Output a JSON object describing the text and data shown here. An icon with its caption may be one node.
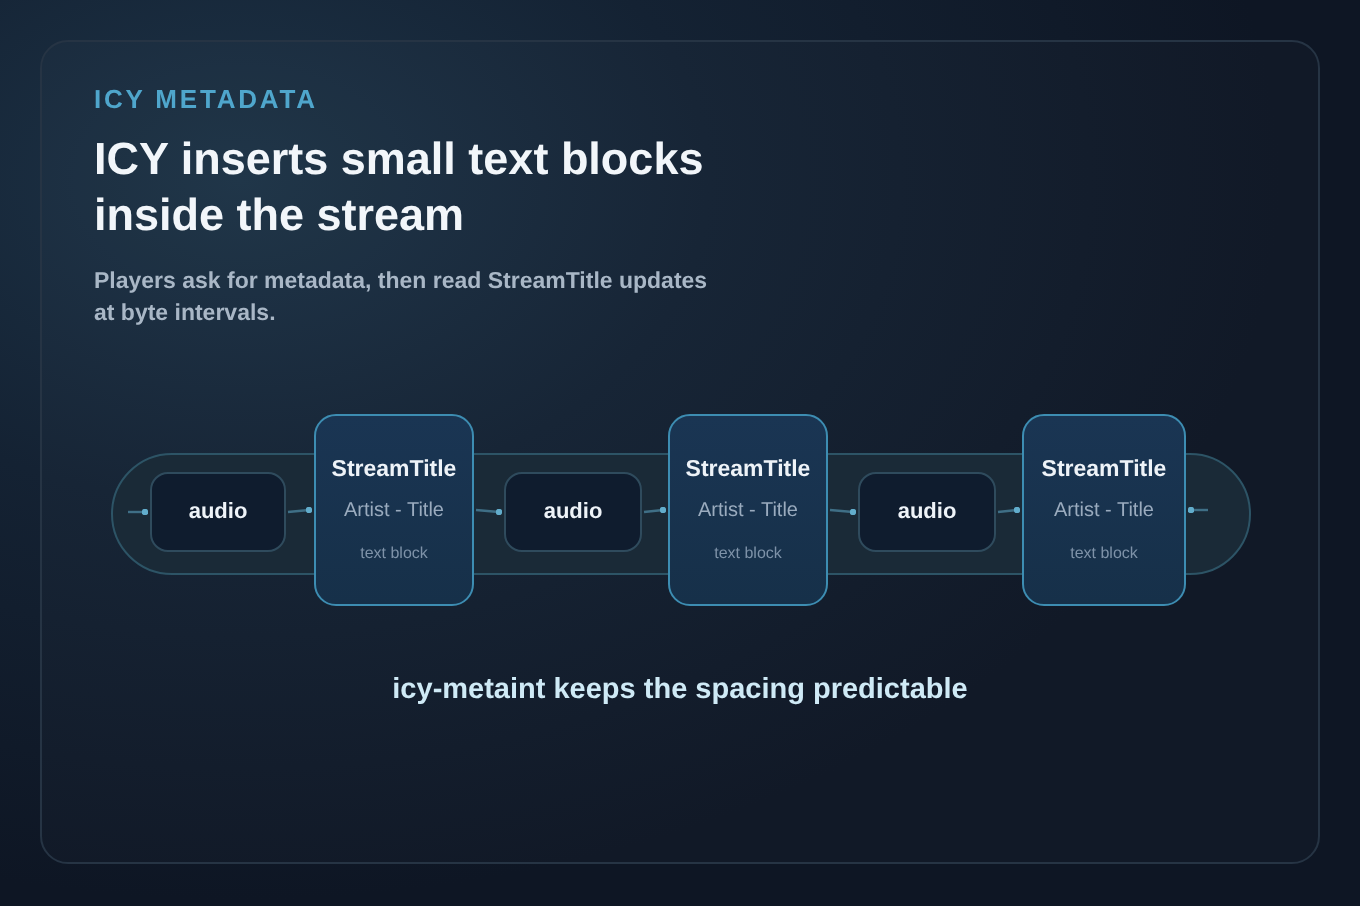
{
  "diagram": {
    "title": "ICY inserts small text blocks inside the stream",
    "caption": "icy-metaint keeps the spacing predictable",
    "labels": [
      "ICY METADATA",
      "Players ask for metadata, then read StreamTitle updates at byte intervals."
    ],
    "nodes": [
      {
        "text": [
          "audio"
        ]
      },
      {
        "text": [
          "StreamTitle",
          "Artist - Title",
          "text block"
        ]
      },
      {
        "text": [
          "audio"
        ]
      },
      {
        "text": [
          "StreamTitle",
          "Artist - Title",
          "text block"
        ]
      },
      {
        "text": [
          "audio"
        ]
      },
      {
        "text": [
          "StreamTitle",
          "Artist - Title",
          "text block"
        ]
      }
    ],
    "edges": [
      {
        "from": null,
        "to": 0,
        "arrow": "other"
      },
      {
        "from": 0,
        "to": 1,
        "arrow": "other"
      },
      {
        "from": 1,
        "to": 2,
        "arrow": "other"
      },
      {
        "from": 2,
        "to": 3,
        "arrow": "other"
      },
      {
        "from": 3,
        "to": 4,
        "arrow": "other"
      },
      {
        "from": 4,
        "to": 5,
        "arrow": "other"
      },
      {
        "from": null,
        "to": 5,
        "arrow": "other"
      }
    ]
  }
}
